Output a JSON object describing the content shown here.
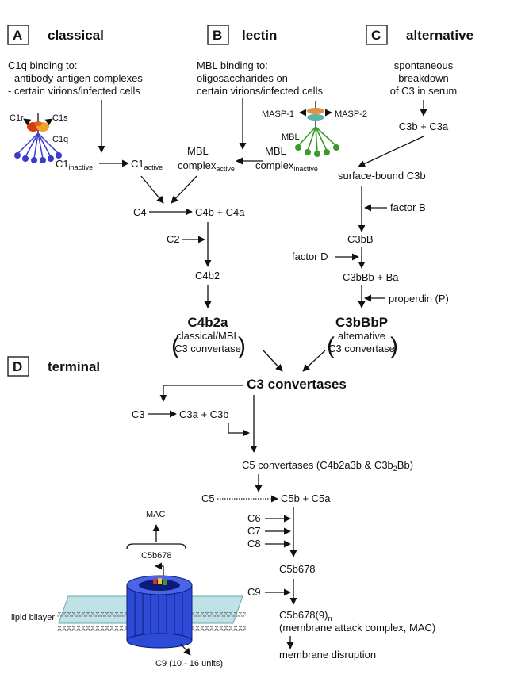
{
  "panels": {
    "a": {
      "letter": "A",
      "title": "classical"
    },
    "b": {
      "letter": "B",
      "title": "lectin"
    },
    "c": {
      "letter": "C",
      "title": "alternative"
    },
    "d": {
      "letter": "D",
      "title": "terminal"
    }
  },
  "classical": {
    "desc": [
      "C1q binding to:",
      "- antibody-antigen complexes",
      "- certain virions/infected cells"
    ],
    "c1r": "C1r",
    "c1s": "C1s",
    "c1q": "C1q",
    "c1_inactive": "C1",
    "c1_inactive_sub": "inactive",
    "c1_active": "C1",
    "c1_active_sub": "active"
  },
  "lectin": {
    "desc": [
      "MBL binding to:",
      "oligosaccharides on",
      "certain virions/infected cells"
    ],
    "masp1": "MASP-1",
    "masp2": "MASP-2",
    "mbl": "MBL",
    "complex_active": [
      "MBL",
      "complex"
    ],
    "complex_active_sub": "active",
    "complex_inactive": [
      "MBL",
      "complex"
    ],
    "complex_inactive_sub": "inactive"
  },
  "alternative": {
    "desc": [
      "spontaneous",
      "breakdown",
      "of C3 in serum"
    ],
    "c3b_c3a": "C3b + C3a",
    "surface_c3b": "surface-bound C3b",
    "factor_b": "factor B",
    "c3bb": "C3bB",
    "factor_d": "factor D",
    "c3bbb_ba": "C3bBb + Ba",
    "properdin": "properdin (P)",
    "c3bbbp": "C3bBbP",
    "convertase": [
      "alternative",
      "C3 convertase"
    ]
  },
  "common": {
    "c4": "C4",
    "c4b_c4a": "C4b + C4a",
    "c2": "C2",
    "c4b2": "C4b2",
    "c4b2a": "C4b2a",
    "convertase": [
      "classical/MBL",
      "C3 convertase"
    ]
  },
  "terminal": {
    "c3_convertases": "C3 convertases",
    "c3": "C3",
    "c3a_c3b": "C3a + C3b",
    "c5_convertases_pre": "C5 convertases (C4b2a3b & C3b",
    "c5_convertases_sub": "2",
    "c5_convertases_post": "Bb)",
    "c5": "C5",
    "c5b_c5a": "C5b + C5a",
    "c6": "C6",
    "c7": "C7",
    "c8": "C8",
    "c5b678": "C5b678",
    "c9": "C9",
    "c5b6789n": "C5b678(9)",
    "c5b6789n_sub": "n",
    "mac_label": "(membrane attack complex, MAC)",
    "disruption": "membrane disruption"
  },
  "mac_figure": {
    "mac": "MAC",
    "c5b678": "C5b678",
    "lipid_bilayer": "lipid bilayer",
    "c9_units": "C9 (10 - 16 units)"
  },
  "colors": {
    "c1_red": "#d83a10",
    "c1_orange": "#f0a030",
    "c1_purple": "#3a3ad0",
    "mbl_green": "#3a9a2a",
    "masp_orange": "#e0904a",
    "masp_teal": "#5ab5a8",
    "mac_blue": "#2e4bd8",
    "bilayer": "#bfe2e6"
  }
}
